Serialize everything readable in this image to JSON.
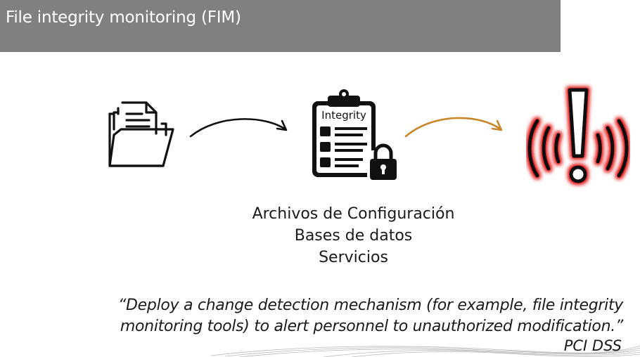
{
  "header": {
    "title": "File integrity monitoring (FIM)"
  },
  "diagram": {
    "clipboard_label": "Integrity",
    "icons": [
      "folder-icon",
      "clipboard-integrity-icon",
      "alert-icon"
    ],
    "arrow_colors": [
      "#111111",
      "#c8862a"
    ],
    "alert_color": "#e00000"
  },
  "scope": {
    "items": [
      "Archivos de Configuración",
      "Bases de datos",
      "Servicios"
    ]
  },
  "quote": {
    "line1": "“Deploy a change detection mechanism (for example, file integrity",
    "line2": "monitoring tools) to alert personnel to unauthorized modification.”",
    "source": "PCI DSS"
  }
}
